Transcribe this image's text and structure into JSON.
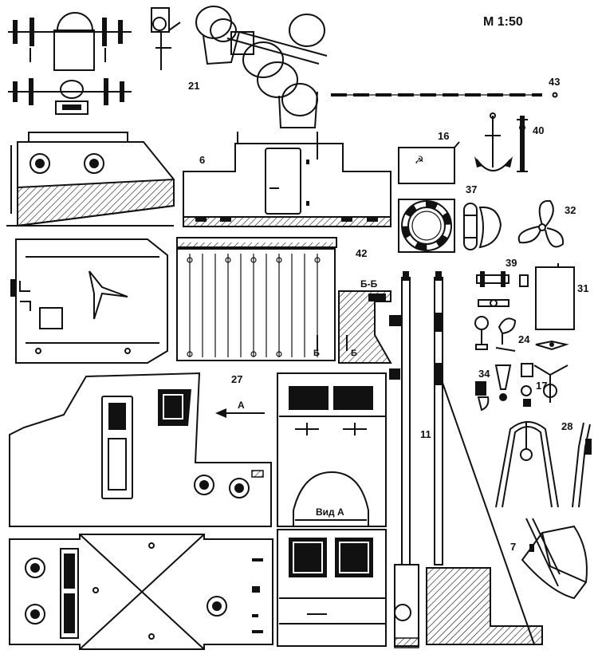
{
  "sheet": {
    "scale": "М 1:50",
    "part_numbers": {
      "p21": "21",
      "p43": "43",
      "p6": "6",
      "p16": "16",
      "p40": "40",
      "p37": "37",
      "p32": "32",
      "p42": "42",
      "p39": "39",
      "p31": "31",
      "p24": "24",
      "p27": "27",
      "p34": "34",
      "p17": "17",
      "p11": "11",
      "p28": "28",
      "p7": "7"
    },
    "section_label": "Б-Б",
    "section_mark_left": "Б",
    "section_mark_right": "Б",
    "view_arrow_label": "А",
    "view_label": "Вид А",
    "flag_emblem": "☭"
  },
  "colors": {
    "ink": "#111111",
    "paper": "#ffffff"
  }
}
